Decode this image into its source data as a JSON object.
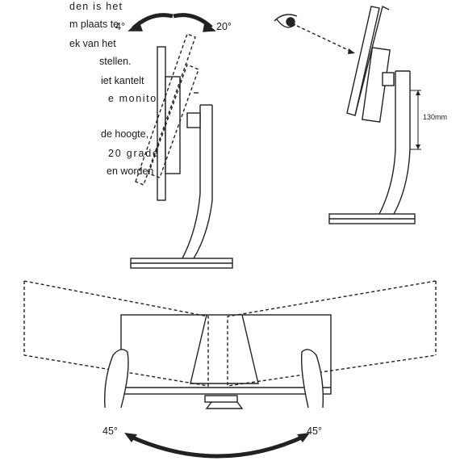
{
  "text_lines": [
    "den is het",
    "m plaats te",
    "ek van het",
    "stellen.",
    "iet kantelt",
    "e monitor",
    "de hoogte,",
    "20 graden",
    "en worden"
  ],
  "labels": {
    "tilt_forward": "4°",
    "tilt_back": "20°",
    "height": "130mm",
    "swivel_left": "45°",
    "swivel_right": "45°"
  }
}
